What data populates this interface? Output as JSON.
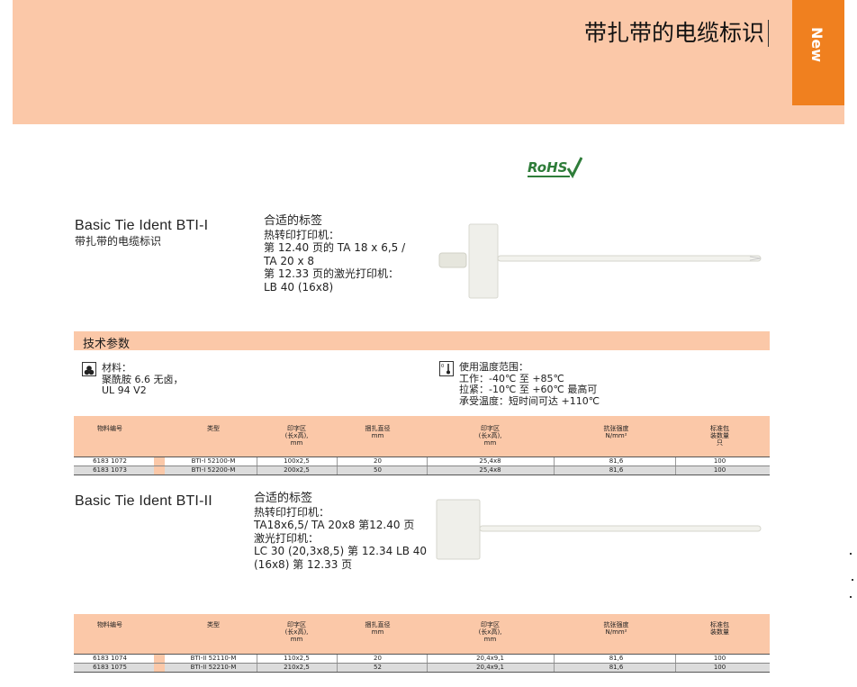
{
  "header": {
    "title": "带扎带的电缆标识",
    "tab_label": "New"
  },
  "rohs_label": "RoHS",
  "product1": {
    "name": "Basic Tie Ident BTI-I",
    "subtitle": "带扎带的电缆标识",
    "spec_head": "合适的标签",
    "spec_lines": [
      "热转印打印机：",
      "第 12.40 页的 TA 18 x 6,5 /",
      "TA 20 x 8",
      "第 12.33 页的激光打印机：",
      "LB 40 (16x8)"
    ]
  },
  "tech": {
    "bar_label": "技术参数",
    "material_lines": [
      "材料：",
      "聚酰胺 6.6 无卤，",
      "UL 94 V2"
    ],
    "temp_lines": [
      "使用温度范围：",
      "工作：-40℃ 至 +85℃",
      "拉紧：-10℃ 至 +60℃ 最高可",
      "承受温度：短时间可达 +110℃"
    ]
  },
  "table1": {
    "headers": [
      [
        "物料编号"
      ],
      [
        "类型"
      ],
      [
        "印字区",
        "(长x高),",
        "mm"
      ],
      [
        "捆扎直径",
        "mm"
      ],
      [
        "印字区",
        "(长x高),",
        "mm"
      ],
      [
        "抗张强度",
        "N/mm²"
      ],
      [
        "标准包",
        "装数量",
        "只"
      ]
    ],
    "rows": [
      [
        "6183 1072",
        "BTI-I 52100-M",
        "100x2,5",
        "20",
        "25,4x8",
        "81,6",
        "100"
      ],
      [
        "6183 1073",
        "BTI-I 52200-M",
        "200x2,5",
        "50",
        "25,4x8",
        "81,6",
        "100"
      ]
    ]
  },
  "product2": {
    "name": "Basic Tie Ident BTI-II",
    "spec_head": "合适的标签",
    "spec_lines": [
      "热转印打印机：",
      "TA18x6,5/ TA 20x8 第12.40 页",
      "激光打印机：",
      "LC 30 (20,3x8,5) 第 12.34 LB 40",
      "(16x8) 第 12.33 页"
    ]
  },
  "table2": {
    "headers": [
      [
        "物料编号"
      ],
      [
        "类型"
      ],
      [
        "印字区",
        "(长x高),",
        "mm"
      ],
      [
        "捆扎直径",
        "mm"
      ],
      [
        "印字区",
        "(长x高),",
        "mm"
      ],
      [
        "抗张强度",
        "N/mm²"
      ],
      [
        "标准包",
        "装数量"
      ]
    ],
    "rows": [
      [
        "6183 1074",
        "BTI-II 52110-M",
        "110x2,5",
        "20",
        "20,4x9,1",
        "81,6",
        "100"
      ],
      [
        "6183 1075",
        "BTI-II 52210-M",
        "210x2,5",
        "52",
        "20,4x9,1",
        "81,6",
        "100"
      ]
    ]
  }
}
